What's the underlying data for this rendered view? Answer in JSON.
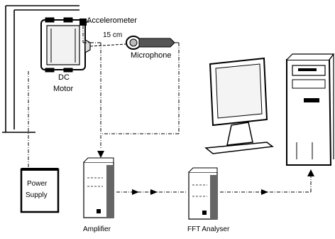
{
  "labels": {
    "accelerometer": "Accelerometer",
    "distance": "15 cm",
    "microphone": "Microphone",
    "dc_motor_line1": "DC",
    "dc_motor_line2": "Motor",
    "power_supply_line1": "Power",
    "power_supply_line2": "Supply",
    "amplifier": "Amplifier",
    "fft_analyser": "FFT Analyser"
  }
}
